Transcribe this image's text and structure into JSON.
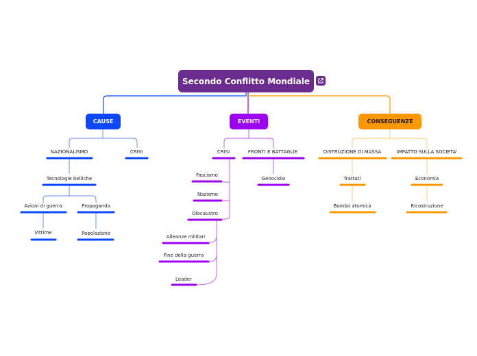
{
  "central": {
    "title": "Secondo Conflitto Mondiale",
    "icon": "external-link-icon"
  },
  "colors": {
    "central": "#6b2c8f",
    "cause": "#0a47ff",
    "eventi": "#9b00f0",
    "conseguenze": "#ff9800",
    "cause_line": "#5c86f0",
    "eventi_line": "#b455f2",
    "conseguenze_line": "#ffc566"
  },
  "branches": {
    "cause": {
      "title": "CAUSE",
      "nodes": {
        "nazionalismo": "NAZIONALISMO",
        "crisi": "CRISI",
        "tecnologie": "Tecnologie belliche",
        "azioni": "Azioni di guerra",
        "propaganda": "Propaganda",
        "vittime": "Vittime",
        "popolazione": "Popolazione"
      }
    },
    "eventi": {
      "title": "EVENTI",
      "nodes": {
        "crisi": "CRISI",
        "fronti": "FRONTI E BATTAGLIE",
        "fascismo": "Fascismo",
        "nazismo": "Nazismo",
        "olocaustro": "Olocaustro",
        "genocidio": "Genocidio",
        "alleanze": "Alleanze militari",
        "fine": "Fine della guerra",
        "leader": "Leader"
      }
    },
    "conseguenze": {
      "title": "CONSEGUENZE",
      "nodes": {
        "distruzione": "DISTRUZIONE DI MASSA",
        "impatto": "IMPATTO SULLA SOCIETA'",
        "trattati": "Trattati",
        "bomba": "Bomba atomica",
        "economia": "Economia",
        "ricostruzione": "Ricostruzione"
      }
    }
  }
}
